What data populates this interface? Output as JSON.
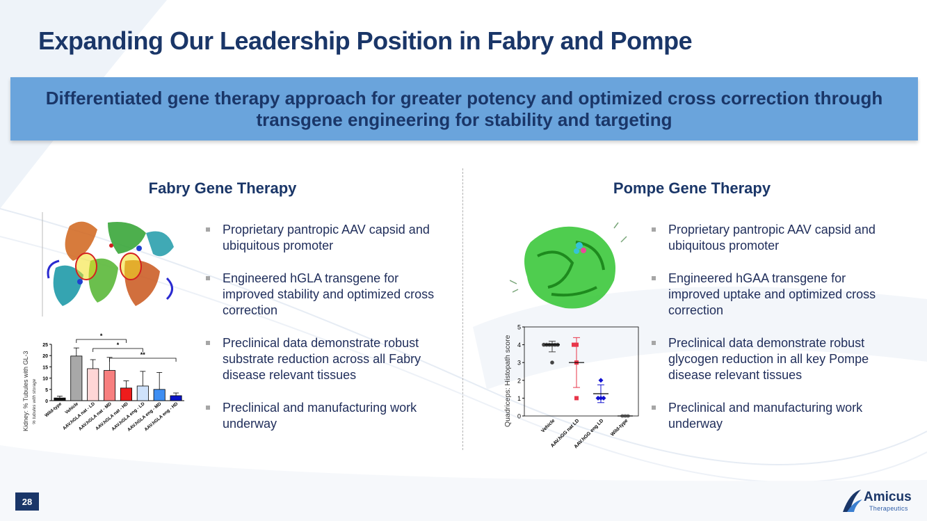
{
  "title": "Expanding Our Leadership Position in Fabry and Pompe",
  "banner": "Differentiated gene therapy approach for greater potency and optimized cross correction through transgene engineering for stability and targeting",
  "fabry": {
    "heading": "Fabry Gene Therapy",
    "bullets": [
      "Proprietary pantropic AAV capsid and ubiquitous promoter",
      "Engineered hGLA transgene for improved stability and optimized cross correction",
      "Preclinical data demonstrate robust substrate reduction across all Fabry disease relevant tissues",
      "Preclinical and manufacturing work underway"
    ]
  },
  "pompe": {
    "heading": "Pompe Gene Therapy",
    "bullets": [
      "Proprietary pantropic AAV capsid and ubiquitous promoter",
      "Engineered hGAA transgene for improved uptake and optimized cross correction",
      "Preclinical data demonstrate robust glycogen reduction in all key Pompe disease relevant tissues",
      "Preclinical and manufacturing work underway"
    ]
  },
  "page_number": "28",
  "logo": {
    "name": "Amicus",
    "sub": "Therapeutics"
  },
  "colors": {
    "navy": "#1a3668",
    "banner": "#6aa4dc"
  },
  "chart_data": [
    {
      "type": "bar",
      "ylabel": "Kidney: % Tubules with GL-3",
      "ylabel_sub": "% tubules with storage",
      "categories": [
        "Wild-type",
        "Vehicle",
        "AAV.hGLA nat - LD",
        "AAV.hGLA nat - MD",
        "AAV.hGLA nat - HD",
        "AAV.hGLA eng - LD",
        "AAV.hGLA eng - MD",
        "AAV.hGLA eng - HD"
      ],
      "values": [
        1.2,
        19.8,
        14.2,
        13.4,
        5.6,
        6.5,
        5.0,
        2.2
      ],
      "errors": [
        0.8,
        3.6,
        4.0,
        5.8,
        3.2,
        6.5,
        7.5,
        1.2
      ],
      "colors": [
        "#111111",
        "#a8a8a8",
        "#ffd6d6",
        "#f77f7f",
        "#ee1c1c",
        "#cfe2fb",
        "#3e8ef2",
        "#0a14c8"
      ],
      "ylim": [
        0,
        25
      ],
      "yticks": [
        "0",
        "5",
        "10",
        "15",
        "20",
        "25"
      ],
      "significance": [
        {
          "from": 1,
          "to": 4,
          "label": "*"
        },
        {
          "from": 2,
          "to": 5,
          "label": "*"
        },
        {
          "from": 3,
          "to": 7,
          "label": "**"
        }
      ]
    },
    {
      "type": "scatter",
      "ylabel": "Quadriceps: Histopath score",
      "categories": [
        "Vehicle",
        "AAV.hGG nat LD",
        "AAV.hGG eng LD",
        "Wild-type"
      ],
      "ylim": [
        0,
        5
      ],
      "yticks": [
        "0",
        "1",
        "2",
        "3",
        "4",
        "5"
      ],
      "series": [
        {
          "points": [
            4,
            4,
            4,
            4,
            4,
            4,
            3
          ],
          "mean": 4,
          "err_lo": 3.6,
          "err_hi": 4.2,
          "color": "#444444",
          "marker": "circle"
        },
        {
          "points": [
            4,
            4,
            3,
            1
          ],
          "mean": 3,
          "err_lo": 1.6,
          "err_hi": 4.4,
          "color": "#e8364a",
          "marker": "square"
        },
        {
          "points": [
            2,
            1,
            1,
            1
          ],
          "mean": 1.25,
          "err_lo": 0.75,
          "err_hi": 1.75,
          "color": "#1010d0",
          "marker": "diamond"
        },
        {
          "points": [
            0,
            0,
            0
          ],
          "mean": 0,
          "err_lo": 0,
          "err_hi": 0,
          "color": "#888888",
          "marker": "circle"
        }
      ]
    }
  ]
}
